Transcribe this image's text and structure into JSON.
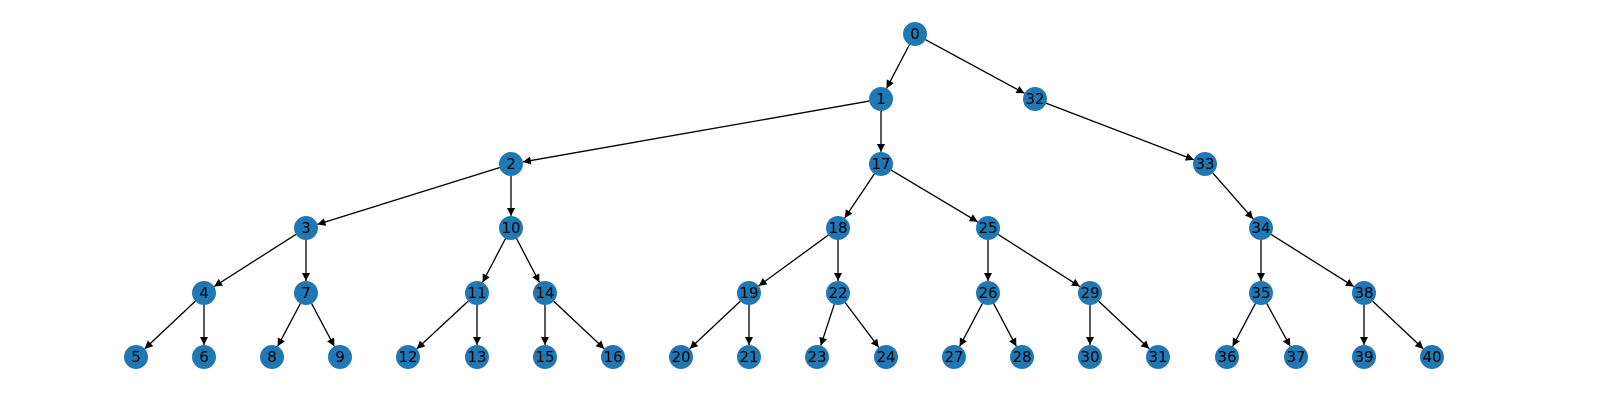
{
  "graph": {
    "type": "directed-tree",
    "node_color": "#1f77b4",
    "edge_color": "#000000",
    "label_color": "#000000",
    "nodes": [
      "0",
      "1",
      "2",
      "3",
      "4",
      "5",
      "6",
      "7",
      "8",
      "9",
      "10",
      "11",
      "12",
      "13",
      "14",
      "15",
      "16",
      "17",
      "18",
      "19",
      "20",
      "21",
      "22",
      "23",
      "24",
      "25",
      "26",
      "27",
      "28",
      "29",
      "30",
      "31",
      "32",
      "33",
      "34",
      "35",
      "36",
      "37",
      "38",
      "39",
      "40"
    ],
    "edges": [
      [
        "0",
        "1"
      ],
      [
        "0",
        "32"
      ],
      [
        "1",
        "2"
      ],
      [
        "1",
        "17"
      ],
      [
        "32",
        "33"
      ],
      [
        "2",
        "3"
      ],
      [
        "2",
        "10"
      ],
      [
        "17",
        "18"
      ],
      [
        "17",
        "25"
      ],
      [
        "33",
        "34"
      ],
      [
        "3",
        "4"
      ],
      [
        "3",
        "7"
      ],
      [
        "10",
        "11"
      ],
      [
        "10",
        "14"
      ],
      [
        "18",
        "19"
      ],
      [
        "18",
        "22"
      ],
      [
        "25",
        "26"
      ],
      [
        "25",
        "29"
      ],
      [
        "34",
        "35"
      ],
      [
        "34",
        "38"
      ],
      [
        "4",
        "5"
      ],
      [
        "4",
        "6"
      ],
      [
        "7",
        "8"
      ],
      [
        "7",
        "9"
      ],
      [
        "11",
        "12"
      ],
      [
        "11",
        "13"
      ],
      [
        "14",
        "15"
      ],
      [
        "14",
        "16"
      ],
      [
        "19",
        "20"
      ],
      [
        "19",
        "21"
      ],
      [
        "22",
        "23"
      ],
      [
        "22",
        "24"
      ],
      [
        "26",
        "27"
      ],
      [
        "26",
        "28"
      ],
      [
        "29",
        "30"
      ],
      [
        "29",
        "31"
      ],
      [
        "35",
        "36"
      ],
      [
        "35",
        "37"
      ],
      [
        "38",
        "39"
      ],
      [
        "38",
        "40"
      ]
    ]
  }
}
